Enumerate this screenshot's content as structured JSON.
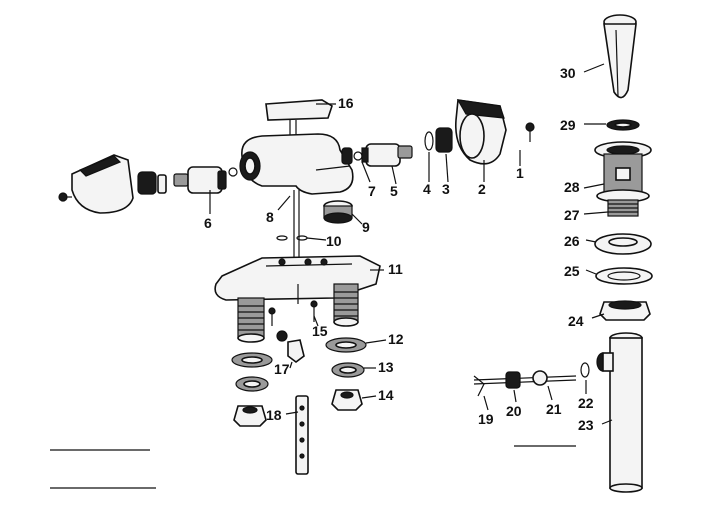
{
  "diagram": {
    "part_labels": {
      "p1": "1",
      "p2": "2",
      "p3": "3",
      "p4": "4",
      "p5": "5",
      "p6": "6",
      "p7": "7",
      "p8": "8",
      "p9": "9",
      "p10": "10",
      "p11": "11",
      "p12": "12",
      "p13": "13",
      "p14": "14",
      "p15": "15",
      "p16": "16",
      "p17": "17",
      "p18": "18",
      "p19": "19",
      "p20": "20",
      "p21": "21",
      "p22": "22",
      "p23": "23",
      "p24": "24",
      "p25": "25",
      "p26": "26",
      "p27": "27",
      "p28": "28",
      "p29": "29",
      "p30": "30"
    }
  }
}
